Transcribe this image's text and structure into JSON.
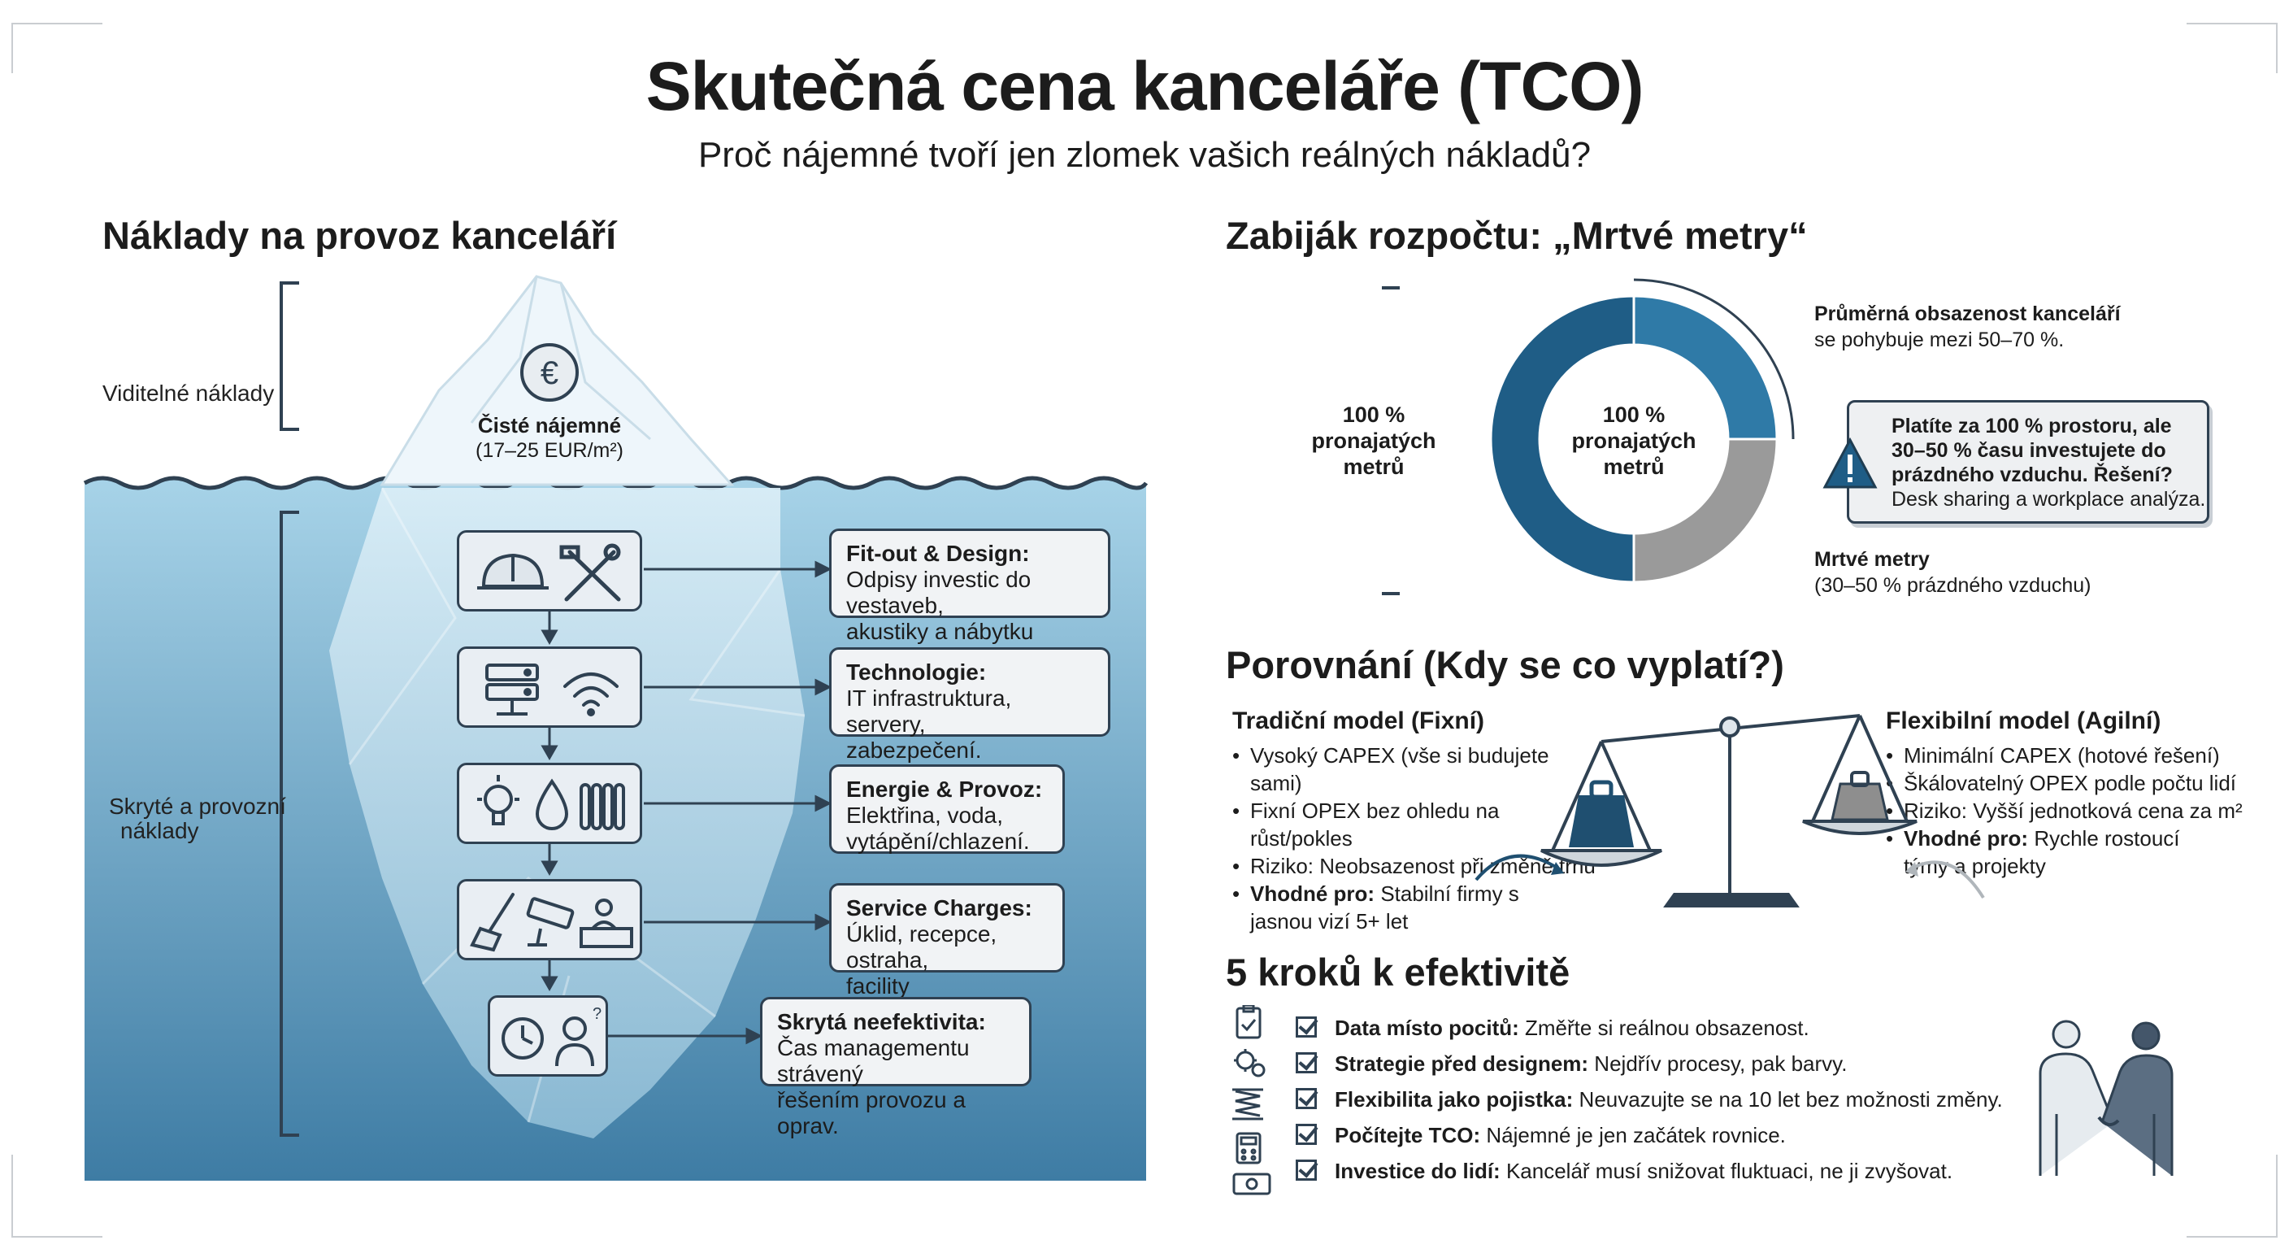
{
  "header": {
    "title": "Skutečná cena kanceláře (TCO)",
    "subtitle": "Proč nájemné tvoří jen zlomek vašich reálných nákladů?"
  },
  "iceberg": {
    "heading": "Náklady na provoz kanceláří",
    "visible_label": "Viditelné náklady",
    "hidden_label_line1": "Skryté a provozní",
    "hidden_label_line2": "náklady",
    "rent_title": "Čisté nájemné",
    "rent_value": "(17–25 EUR/m²)",
    "colors": {
      "water_top": "#9ccce4",
      "water_bottom": "#3f7fa7",
      "ice": "#dcedf6",
      "ink": "#2f4152"
    },
    "costs": [
      {
        "title": "Fit-out & Design:",
        "line1": "Odpisy investic do vestaveb,",
        "line2": "akustiky a nábytku (CAPEX).",
        "line3": "",
        "icons": [
          "helmet-icon",
          "tools-icon"
        ]
      },
      {
        "title": "Technologie:",
        "line1": "IT infrastruktura, servery,",
        "line2": "zabezpečení.",
        "line3": "",
        "icons": [
          "server-icon",
          "wifi-icon"
        ]
      },
      {
        "title": "Energie & Provoz:",
        "line1": "Elektřina, voda,",
        "line2": "vytápění/chlazení.",
        "line3": "",
        "icons": [
          "lightbulb-icon",
          "water-drop-icon",
          "radiator-icon"
        ]
      },
      {
        "title": "Service Charges:",
        "line1": "Úklid, recepce, ostraha,",
        "line2": "facility management.",
        "line3": "",
        "icons": [
          "broom-icon",
          "camera-icon",
          "reception-desk-icon"
        ]
      },
      {
        "title": "Skrytá neefektivita:",
        "line1": "Čas managementu strávený",
        "line2": "řešením provozu a oprav.",
        "line3": "",
        "icons": [
          "clock-icon",
          "confused-manager-icon"
        ]
      }
    ]
  },
  "budget": {
    "heading": "Zabiják rozpočtu: „Mrtvé metry“",
    "left_line1": "100 %",
    "left_line2": "pronajatých",
    "left_line3": "metrů",
    "center_line1": "100 %",
    "center_line2": "pronajatých",
    "center_line3": "metrů",
    "occupancy_title": "Průměrná obsazenost kanceláří",
    "occupancy_text": "se pohybuje mezi 50–70 %.",
    "warning_line1": "Platíte za 100 % prostoru, ale",
    "warning_line2": "30–50 % času investujete do",
    "warning_line3": "prázdného vzduchu. Řešení?",
    "warning_line4": "Desk sharing a workplace analýza.",
    "dead_title": "Mrtvé metry",
    "dead_text": "(30–50 % prázdného vzduchu)",
    "used_share": 0.75,
    "colors": {
      "used": "#1f5d86",
      "used_light": "#2f7aa7",
      "dead": "#9a9a9a"
    }
  },
  "comparison": {
    "heading": "Porovnání (Kdy se co vyplatí?)",
    "traditional": {
      "title": "Tradiční model (Fixní)",
      "items": [
        {
          "lead": "",
          "text": "Vysoký CAPEX (vše si budujete sami)"
        },
        {
          "lead": "",
          "text": "Fixní OPEX bez ohledu na růst/pokles"
        },
        {
          "lead": "",
          "text": "Riziko: Neobsazenost při změně trhu"
        },
        {
          "lead": "Vhodné pro:",
          "text": " Stabilní firmy s jasnou vizí 5+ let"
        }
      ]
    },
    "flexible": {
      "title": "Flexibilní model (Agilní)",
      "items": [
        {
          "lead": "",
          "text": "Minimální CAPEX (hotové řešení)"
        },
        {
          "lead": "",
          "text": "Škálovatelný OPEX podle počtu lidí"
        },
        {
          "lead": "",
          "text": "Riziko: Vyšší jednotková cena za m²"
        },
        {
          "lead": "Vhodné pro:",
          "text": " Rychle rostoucí týmy a projekty"
        }
      ]
    }
  },
  "steps": {
    "heading": "5 kroků k efektivitě",
    "items": [
      {
        "key": "Data místo pocitů:",
        "text": " Změřte si reálnou obsazenost.",
        "icon": "clipboard-icon"
      },
      {
        "key": "Strategie před designem:",
        "text": " Nejdřív procesy, pak barvy.",
        "icon": "gears-icon"
      },
      {
        "key": "Flexibilita jako pojistka:",
        "text": " Neuvazujte se na 10 let bez možnosti změny.",
        "icon": "spring-icon"
      },
      {
        "key": "Počítejte TCO:",
        "text": " Nájemné je jen začátek rovnice.",
        "icon": "calculator-icon"
      },
      {
        "key": "Investice do lidí:",
        "text": " Kancelář musí snižovat fluktuaci, ne ji zvyšovat.",
        "icon": "money-icon"
      }
    ]
  }
}
